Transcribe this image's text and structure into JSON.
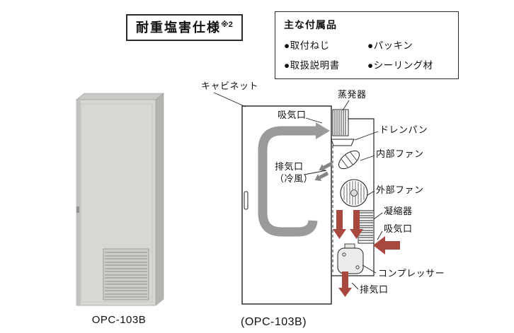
{
  "title": {
    "main": "耐重塩害仕様",
    "note": "※2"
  },
  "accessories": {
    "title": "主な付属品",
    "items": [
      "●取付ねじ",
      "●パッキン",
      "●取扱説明書",
      "●シーリング材"
    ]
  },
  "product": {
    "label": "OPC-103B"
  },
  "diagram": {
    "caption": "(OPC-103B)",
    "labels": {
      "cabinet": "キャビネット",
      "intake_top": "吸気口",
      "evaporator": "蒸発器",
      "drain_pan": "ドレンパン",
      "internal_fan": "内部ファン",
      "exhaust_cold_line1": "排気口",
      "exhaust_cold_line2": "（冷風）",
      "external_fan": "外部ファン",
      "condenser": "凝縮器",
      "intake_side": "吸気口",
      "compressor": "コンプレッサー",
      "exhaust_bottom": "排気口"
    },
    "colors": {
      "internal_airflow": "#9a9a98",
      "external_airflow": "#a8493f",
      "line": "#222222"
    }
  }
}
